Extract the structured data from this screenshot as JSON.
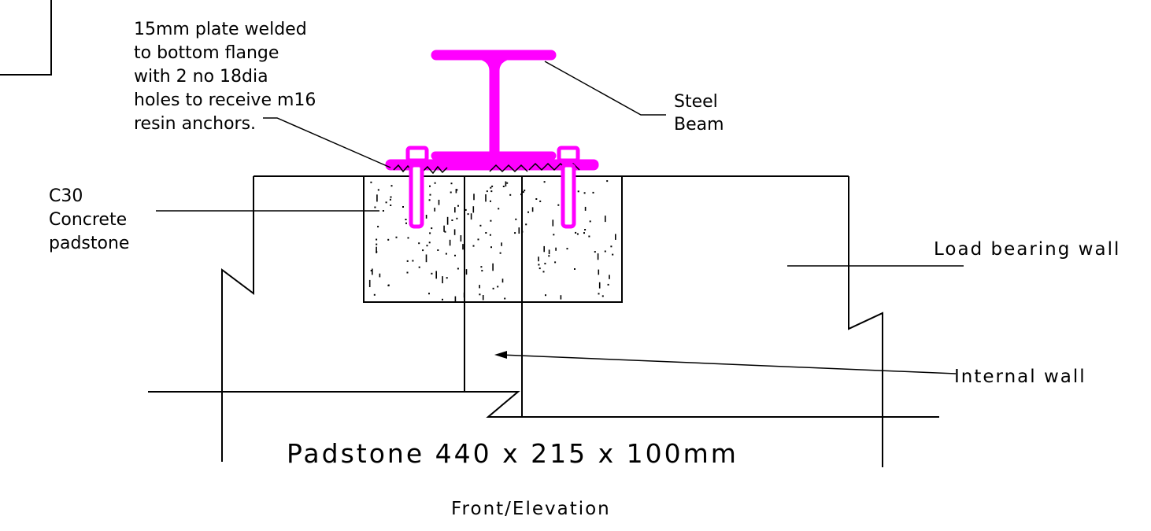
{
  "title": "Padstone 440 x 215 x 100mm",
  "view_label": "Front/Elevation",
  "labels": {
    "plate_note": [
      "15mm plate welded",
      "to bottom flange",
      "with 2 no 18dia",
      "holes to receive m16",
      "resin anchors."
    ],
    "steel_beam": [
      "Steel",
      "Beam"
    ],
    "padstone": [
      "C30",
      "Concrete",
      "padstone"
    ],
    "load_bearing_wall": "Load bearing wall",
    "internal_wall": "Internal wall"
  },
  "colors": {
    "steel": "#ff00ff",
    "linework": "#000000",
    "background": "#ffffff"
  }
}
